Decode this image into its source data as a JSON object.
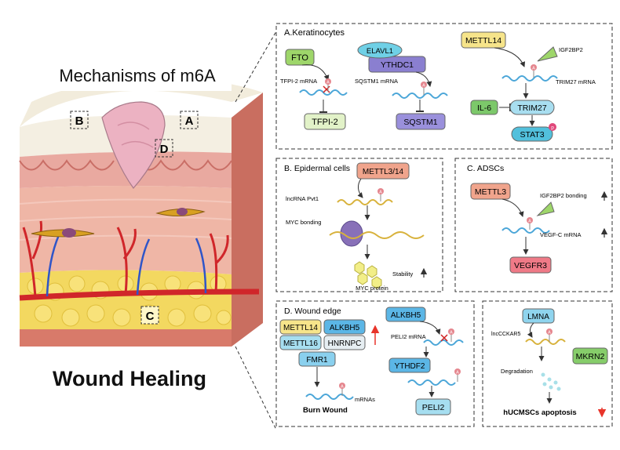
{
  "left": {
    "mechanisms_title": "Mechanisms of m6A",
    "wound_title": "Wound Healing",
    "region_labels": {
      "a": "A",
      "b": "B",
      "c": "C",
      "d": "D"
    }
  },
  "m6a_mark": "A",
  "phospho_mark": "p",
  "panel_a": {
    "title": "A.Keratinocytes",
    "fto": "FTO",
    "tfpi2_mrna": "TFPI-2 mRNA",
    "tfpi2": "TFPI-2",
    "elavl1": "ELAVL1",
    "ythdc1": "YTHDC1",
    "sqstm1_mrna": "SQSTM1 mRNA",
    "sqstm1": "SQSTM1",
    "mettl14": "METTL14",
    "igf2bp2": "IGF2BP2",
    "trim27_mrna": "TRIM27 mRNA",
    "il6": "IL-6",
    "trim27": "TRIM27",
    "stat3": "STAT3"
  },
  "panel_b": {
    "title": "B. Epidermal cells",
    "mettl3_14": "METTL3/14",
    "lncrna": "lncRNA Pvt1",
    "myc_bonding": "MYC bonding",
    "stability": "Stability",
    "myc_protein": "MYC protein"
  },
  "panel_c": {
    "title": "C. ADSCs",
    "mettl3": "METTL3",
    "igf2bp2_bonding": "IGF2BP2 bonding",
    "vegfc_mrna": "VEGF-C mRNA",
    "vegfr3": "VEGFR3"
  },
  "panel_d": {
    "title": "D. Wound edge",
    "mettl14": "METTL14",
    "alkbh5": "ALKBH5",
    "mettl16": "METTL16",
    "hnrnpc": "HNRNPC",
    "fmr1": "FMR1",
    "mrnas": "mRNAs",
    "burn_wound": "Burn Wound",
    "alkbh5_right": "ALKBH5",
    "peli2_mrna": "PELI2  mRNA",
    "ythdf2": "YTHDF2",
    "peli2": "PELI2"
  },
  "panel_e": {
    "lmna": "LMNA",
    "lnc": "lncCCKAR5",
    "mkrn2": "MKRN2",
    "degradation": "Degradation",
    "apoptosis": "hUCMSCs apoptosis"
  },
  "colors": {
    "up_arrow": "#e8342a",
    "fto": "#9ed66a",
    "tfpi2": "#e2f2c8",
    "elavl1": "#6fd0e6",
    "ythdc1": "#8a7fd0",
    "sqstm1": "#9a90dc",
    "mettl14": "#f6e48a",
    "il6": "#7cc86a",
    "trim27": "#a8def0",
    "stat3": "#52c0dc",
    "mettl3": "#f0a48c",
    "vegfr3": "#ef7a87",
    "alkbh5": "#5bb6e6",
    "mettl16": "#a6def0",
    "hnrnpc": "#e6eef2",
    "fmr1": "#8ad0ee",
    "ythdf2": "#5bb6e6",
    "peli2": "#a6def0",
    "lmna": "#8fd4ee",
    "mkrn2": "#86cd6a",
    "m6a": "#e5868e",
    "mrna_strand": "#4ba6d8",
    "lnc_strand": "#d8b23c"
  }
}
